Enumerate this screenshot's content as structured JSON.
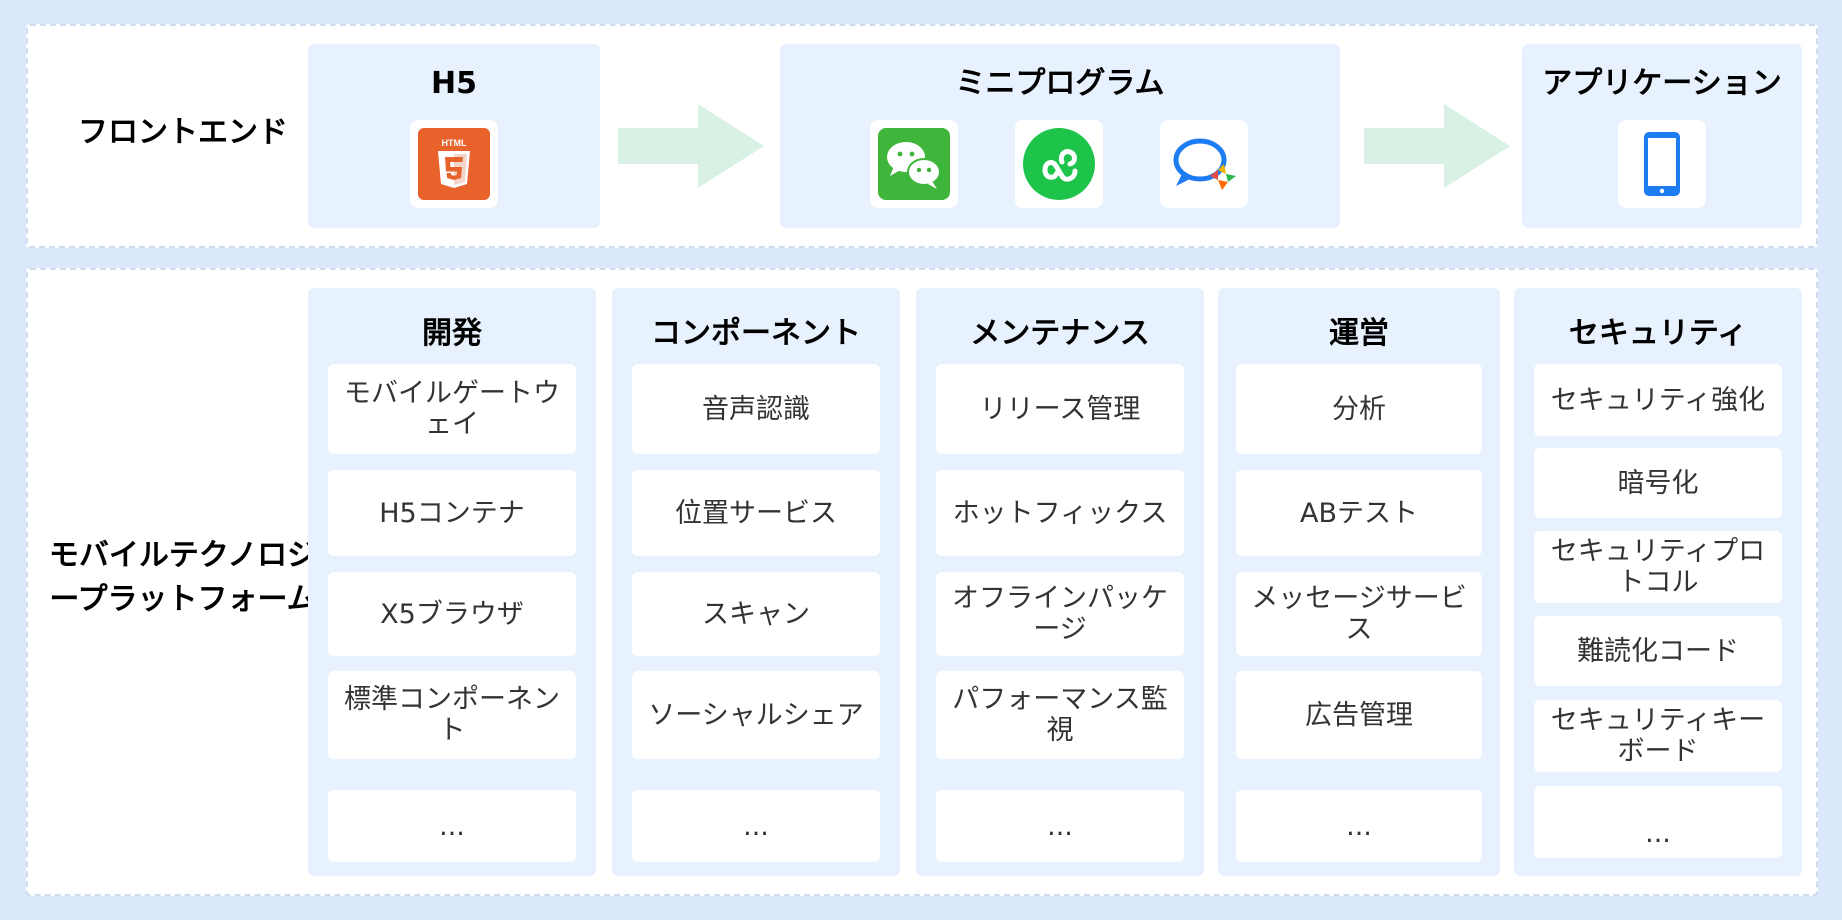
{
  "frontend": {
    "label": "フロントエンド",
    "h5": {
      "title": "H5",
      "icon_text": "HTML",
      "icon": "html5-icon"
    },
    "miniprogram": {
      "title": "ミニプログラム",
      "icons": [
        "wechat-icon",
        "mini-program-icon",
        "chat-bubble-icon"
      ]
    },
    "application": {
      "title": "アプリケーション",
      "icon": "mobile-phone-icon"
    }
  },
  "platform": {
    "label": "モバイルテクノロジープラットフォーム",
    "columns": [
      {
        "title": "開発",
        "items": [
          "モバイルゲートウェイ",
          "H5コンテナ",
          "X5ブラウザ",
          "標準コンポーネント",
          "..."
        ]
      },
      {
        "title": "コンポーネント",
        "items": [
          "音声認識",
          "位置サービス",
          "スキャン",
          "ソーシャルシェア",
          "..."
        ]
      },
      {
        "title": "メンテナンス",
        "items": [
          "リリース管理",
          "ホットフィックス",
          "オフラインパッケージ",
          "パフォーマンス監視",
          "..."
        ]
      },
      {
        "title": "運営",
        "items": [
          "分析",
          "ABテスト",
          "メッセージサービス",
          "広告管理",
          "..."
        ]
      },
      {
        "title": "セキュリティ",
        "items": [
          "セキュリティ強化",
          "暗号化",
          "セキュリティプロトコル",
          "難読化コード",
          "セキュリティキーボード",
          "..."
        ]
      }
    ]
  },
  "colors": {
    "page_bg": "#dbe8fb",
    "panel_bg": "#e8f1fe",
    "arrow": "#d9f1e4",
    "html5_orange": "#e8622c",
    "wechat_green": "#3fb53b",
    "miniprogram_green": "#1ec44a",
    "phone_blue": "#1e7cf2"
  }
}
